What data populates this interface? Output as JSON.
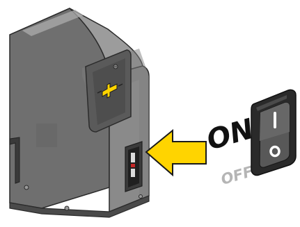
{
  "labels": {
    "on": "ON",
    "off": "OFF"
  },
  "switch": {
    "on_symbol": "I",
    "off_symbol": "O"
  },
  "colors": {
    "housing_front": "#6f6f6f",
    "housing_side": "#8a8a8a",
    "housing_top": "#9c9c9c",
    "arrow": "#ffd400",
    "arrow_outline": "#1a1a1a",
    "switch_body": "#2a2a2a",
    "switch_rocker": "#585858"
  },
  "icons": {
    "motor": "gate-motor-housing",
    "arrow": "left-arrow-icon",
    "switch": "rocker-switch-icon",
    "release": "manual-release-key-icon"
  }
}
